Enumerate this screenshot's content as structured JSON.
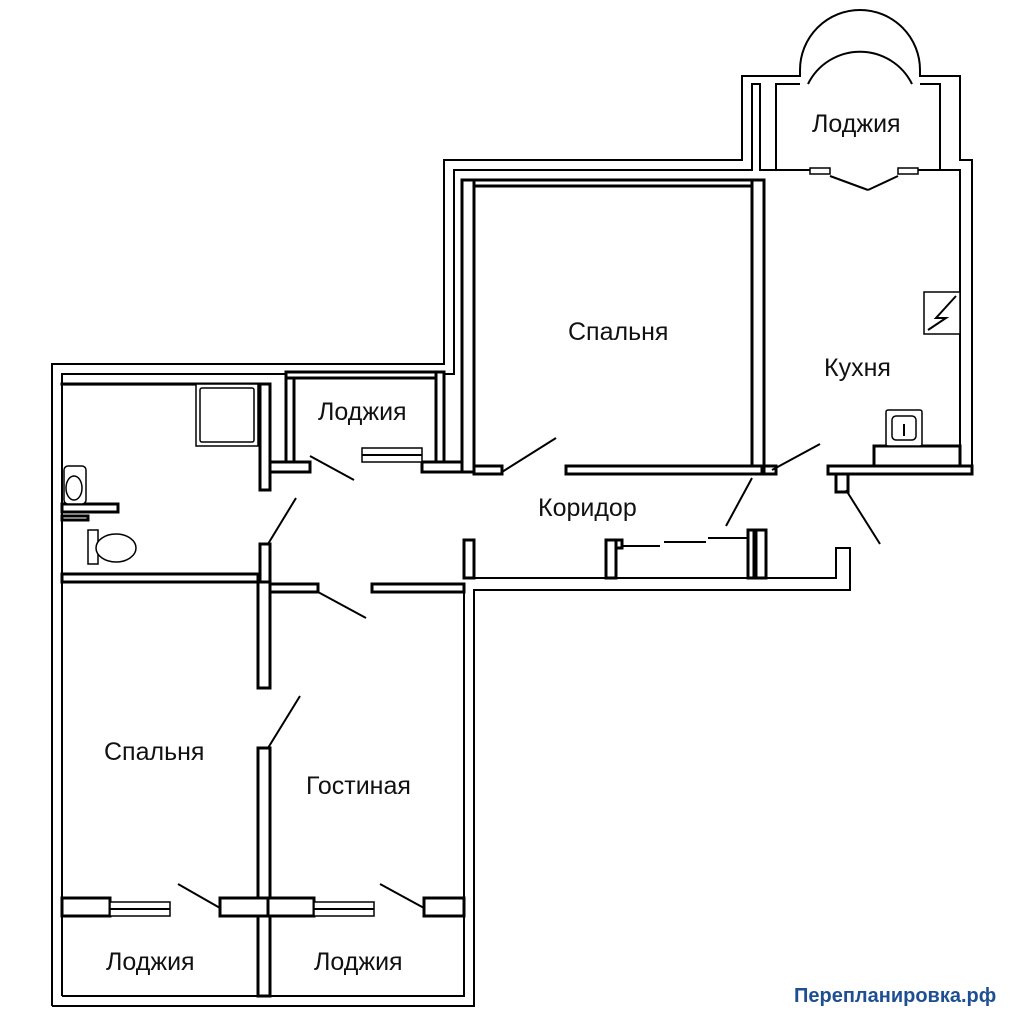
{
  "rooms": {
    "bedroom_top": "Спальня",
    "kitchen": "Кухня",
    "corridor": "Коридор",
    "bedroom_left": "Спальня",
    "living_room": "Гостиная",
    "loggia_top_right": "Лоджия",
    "loggia_middle": "Лоджия",
    "loggia_bottom_left": "Лоджия",
    "loggia_bottom_right": "Лоджия"
  },
  "watermark": {
    "text": "Перепланировка.рф",
    "color": "#1f4f93"
  }
}
